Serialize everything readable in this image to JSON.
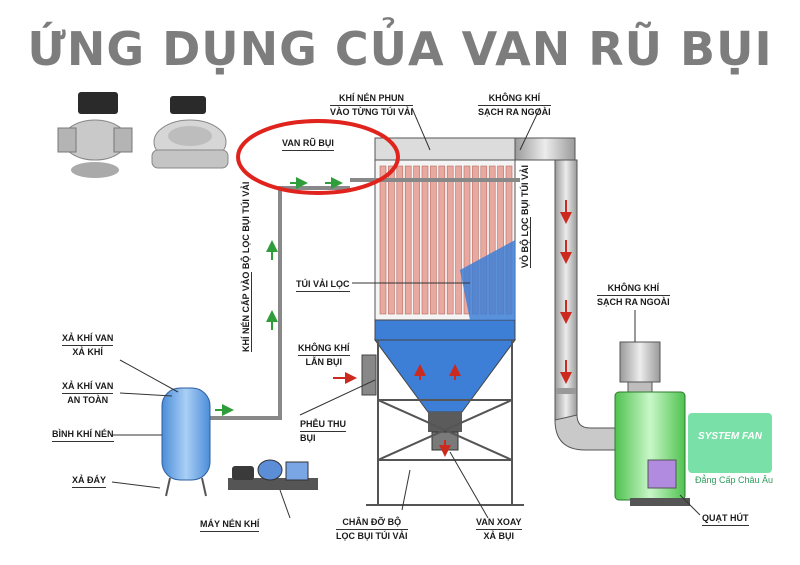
{
  "title": "ỨNG DỤNG CỦA VAN RŨ BỤI",
  "labels": {
    "van_ru_bui": "VAN RŨ BỤI",
    "khi_nen_phun_1": "KHÍ NÉN PHUN",
    "khi_nen_phun_2": "VÀO TỪNG TÚI VẢI",
    "khong_khi_sach_top_1": "KHÔNG KHÍ",
    "khong_khi_sach_top_2": "SẠCH RA NGOÀI",
    "khi_nen_cap_1": "KHÍ NÉN CẤP VÀO",
    "khi_nen_cap_2": "BỘ LỌC BỤI TÚI VẢI",
    "vo_bo_loc_1": "VỎ BỘ LỌC",
    "vo_bo_loc_2": "BỤI TÚI VẢI",
    "tui_vai_loc": "TÚI VẢI LỌC",
    "khong_khi_lan_bui_1": "KHÔNG  KHÍ",
    "khong_khi_lan_bui_2": "LẪN BỤI",
    "khong_khi_sach_right_1": "KHÔNG KHÍ",
    "khong_khi_sach_right_2": "SẠCH RA NGOÀI",
    "xa_khi_van_1": "XẢ KHÍ VAN",
    "xa_khi_van_2": "XẢ KHÍ",
    "xa_khi_van_an_toan_1": "XẢ KHÍ VAN",
    "xa_khi_van_an_toan_2": "AN TOÀN",
    "binh_khi_nen": "BÌNH KHÍ NÉN",
    "xa_day": "XẢ ĐÁY",
    "pheu_thu_1": "PHỄU THU",
    "pheu_thu_2": "BỤI",
    "may_nen_khi": "MÁY NÉN KHÍ",
    "chan_do_1": "CHÂN ĐỠ BỘ",
    "chan_do_2": "LỌC BỤI TÚI VẢI",
    "van_xoay_1": "VAN XOAY",
    "van_xoay_2": "XẢ BỤI",
    "quat_hut": "QUẠT HÚT"
  },
  "logo": {
    "name": "SYSTEM FAN",
    "tagline": "Đẳng Cấp Châu Âu"
  },
  "colors": {
    "title": "#7d7d7d",
    "filter_bags": "#e8a9a0",
    "hopper": "#3d7fd6",
    "tank": "#6aa6e6",
    "fan": "#7ee07e",
    "highlight_circle": "#e0231c",
    "arrows": "#cc2a1e",
    "green_arrows": "#2f9e3a"
  }
}
